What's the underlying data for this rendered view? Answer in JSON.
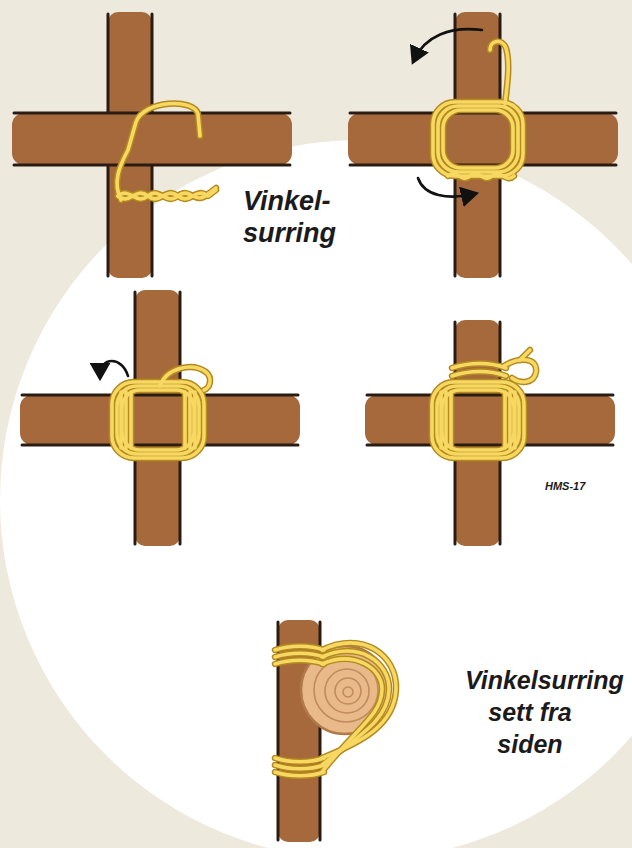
{
  "diagram": {
    "title": "Vinkel- surring",
    "labels": [
      "HMS-17",
      "Vinkelsurring sett fra siden"
    ]
  }
}
